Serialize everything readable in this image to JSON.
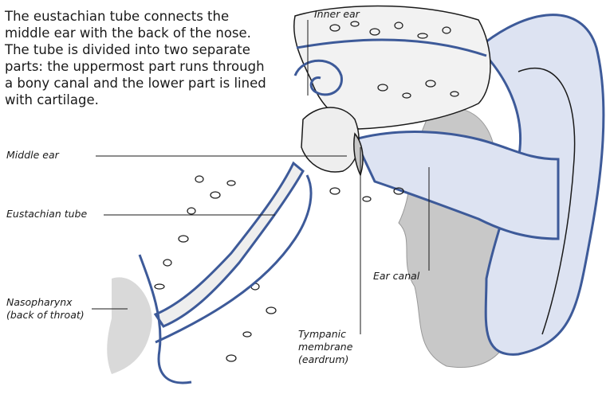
{
  "intro_text": "The eustachian tube connects the middle ear with the back of the nose. The tube is divided into two separate parts: the uppermost part runs through a bony canal and the lower part is lined with cartilage.",
  "labels": {
    "inner_ear": "Inner ear",
    "middle_ear": "Middle ear",
    "eustachian_tube": "Eustachian tube",
    "nasopharynx": [
      "Nasopharynx",
      "(back of throat)"
    ],
    "ear_canal": "Ear canal",
    "tympanic_membrane": [
      "Tympanic",
      "membrane",
      "(eardrum)"
    ]
  },
  "colors": {
    "tube_blue": "#3d5a99",
    "canal_fill": "#dde3f2",
    "bone_gray": "#c8c8c8",
    "outline": "#1a1a1a"
  }
}
